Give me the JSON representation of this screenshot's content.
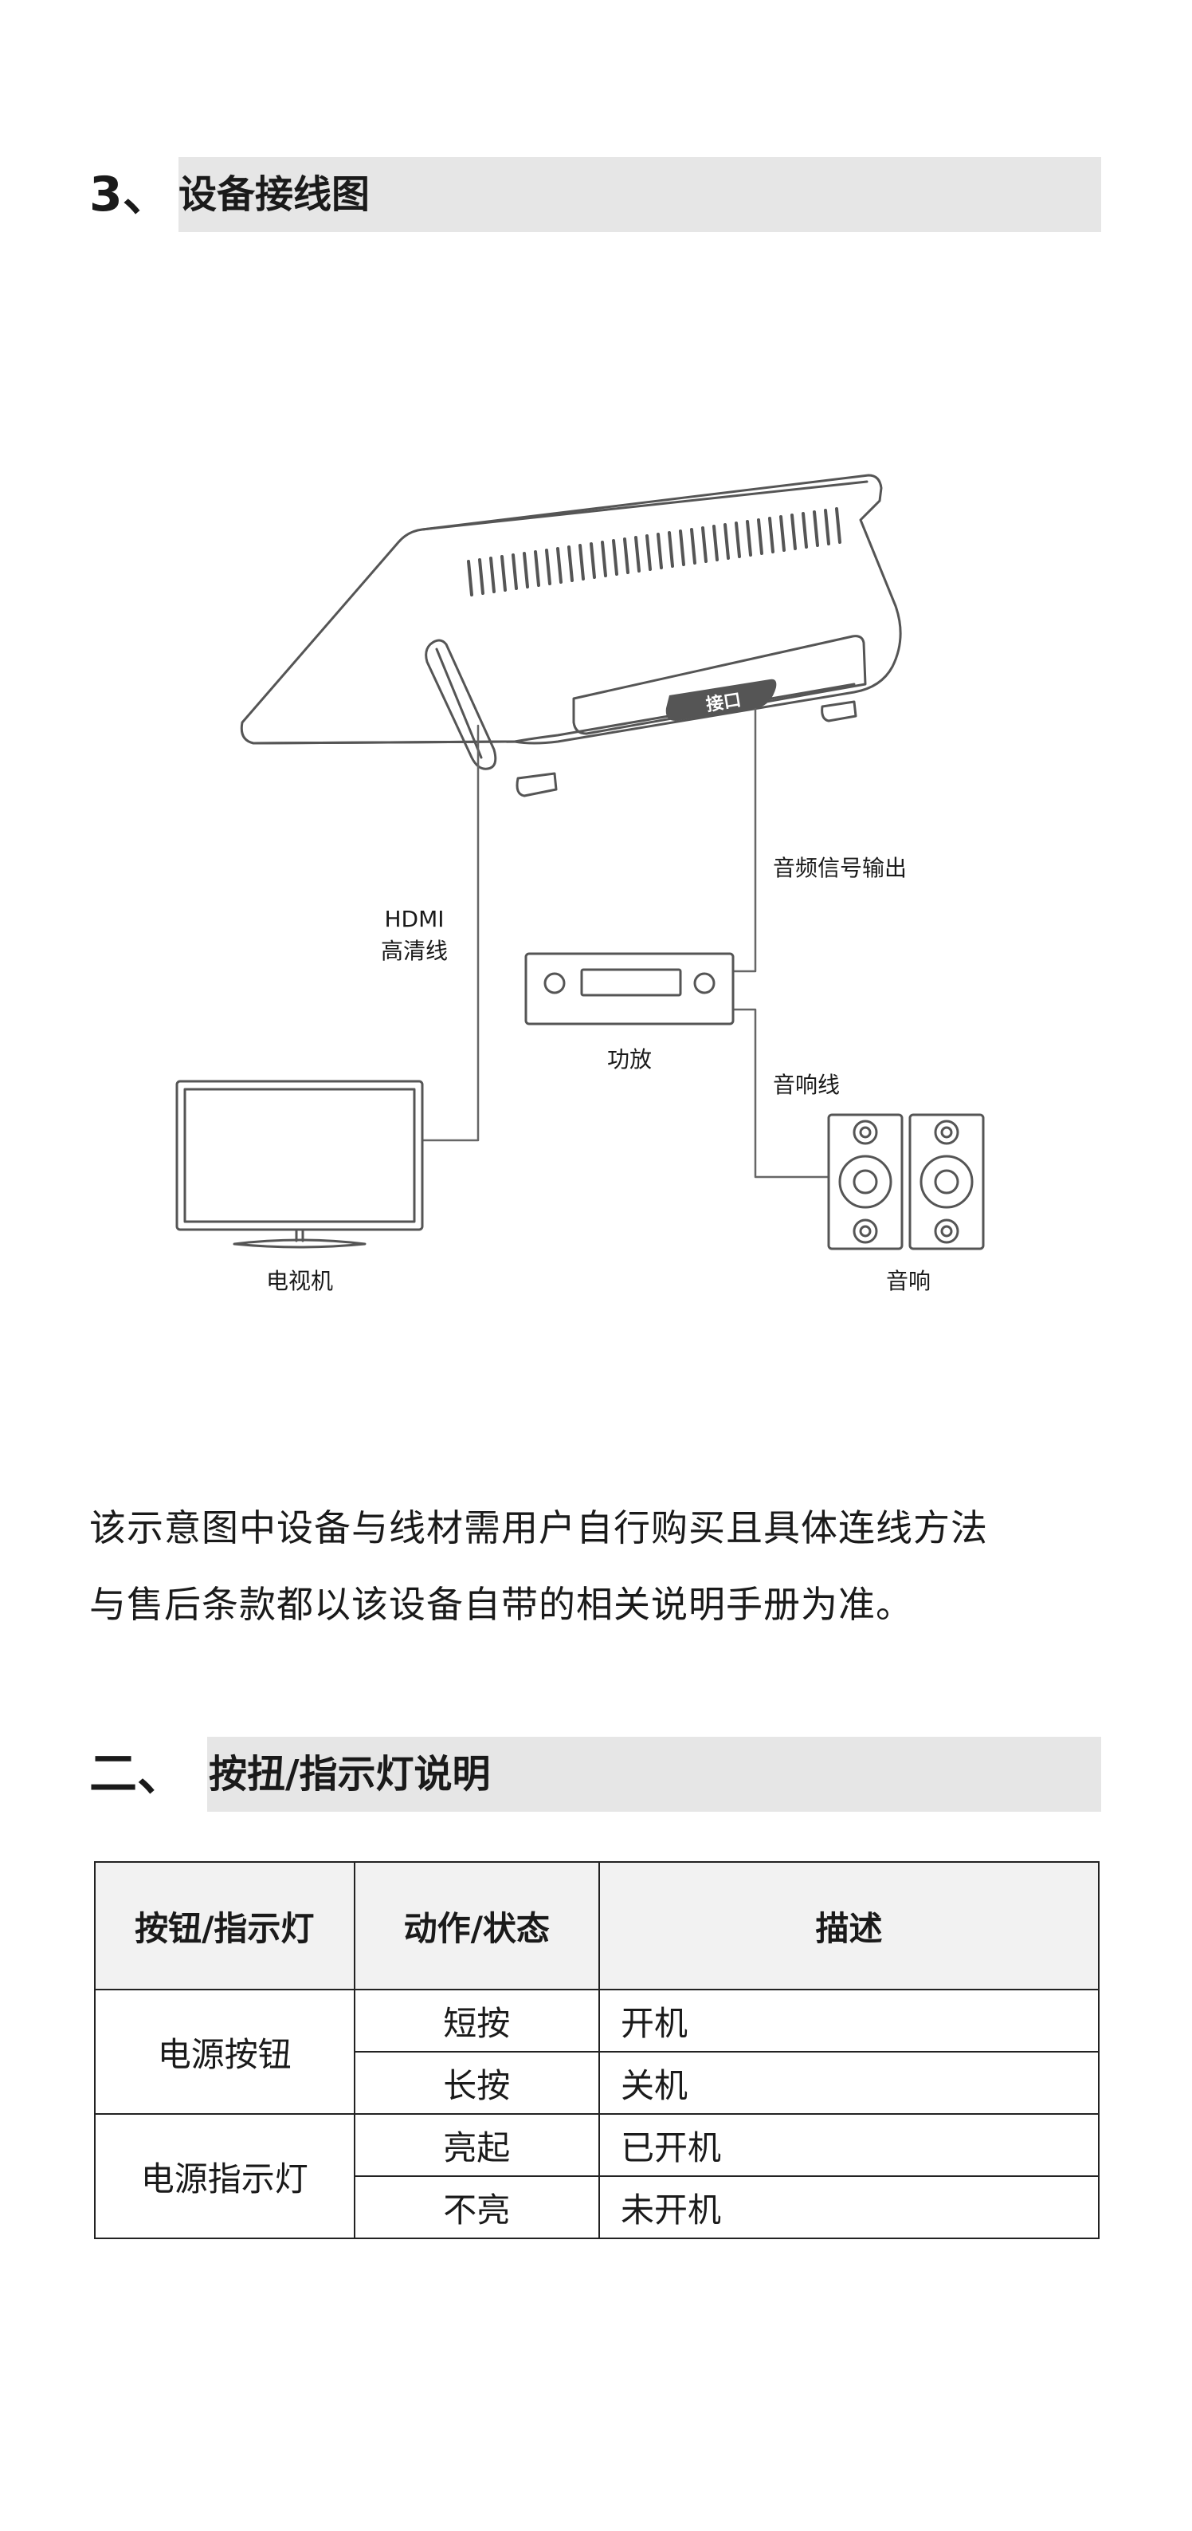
{
  "section1": {
    "number": "3、",
    "title": "设备接线图"
  },
  "diagram": {
    "port_label": "接口",
    "hdmi_label_line1": "HDMI",
    "hdmi_label_line2": "高清线",
    "audio_signal_label": "音频信号输出",
    "amplifier_label": "功放",
    "speaker_cable_label": "音响线",
    "tv_label": "电视机",
    "speaker_label": "音响"
  },
  "note": {
    "line1": "该示意图中设备与线材需用户自行购买且具体连线方法",
    "line2": "与售后条款都以该设备自带的相关说明手册为准。"
  },
  "section2": {
    "number": "二、",
    "title": "按扭/指示灯说明"
  },
  "table": {
    "headers": [
      "按钮/指示灯",
      "动作/状态",
      "描述"
    ],
    "groups": [
      {
        "name": "电源按钮",
        "rows": [
          {
            "action": "短按",
            "desc": "开机"
          },
          {
            "action": "长按",
            "desc": "关机"
          }
        ]
      },
      {
        "name": "电源指示灯",
        "rows": [
          {
            "action": "亮起",
            "desc": "已开机"
          },
          {
            "action": "不亮",
            "desc": "未开机"
          }
        ]
      }
    ]
  }
}
